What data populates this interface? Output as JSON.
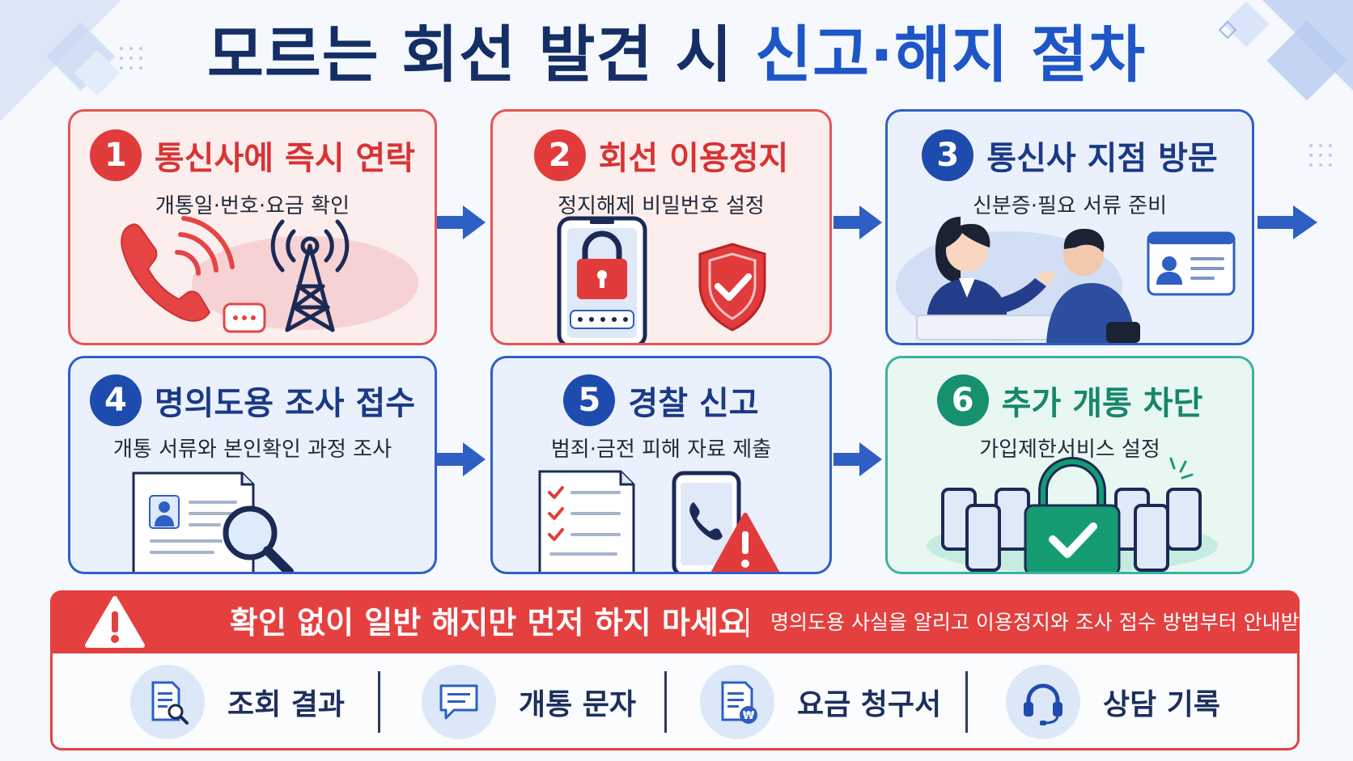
{
  "title": {
    "part1": "모르는 회선 발견 시 ",
    "part2": "신고·해지 절차"
  },
  "steps": [
    {
      "num": "1",
      "title": "통신사에 즉시 연락",
      "sub": "개통일·번호·요금 확인"
    },
    {
      "num": "2",
      "title": "회선 이용정지",
      "sub": "정지해제 비밀번호 설정"
    },
    {
      "num": "3",
      "title": "통신사 지점 방문",
      "sub": "신분증·필요 서류 준비"
    },
    {
      "num": "4",
      "title": "명의도용 조사 접수",
      "sub": "개통 서류와 본인확인 과정 조사"
    },
    {
      "num": "5",
      "title": "경찰 신고",
      "sub": "범죄·금전 피해 자료 제출"
    },
    {
      "num": "6",
      "title": "추가 개통 차단",
      "sub": "가입제한서비스 설정"
    }
  ],
  "warning": {
    "main": "확인 없이 일반 해지만 먼저 하지 마세요",
    "sub": "명의도용 사실을 알리고 이용정지와 조사 접수 방법부터 안내받으세요"
  },
  "evidence": [
    {
      "label": "조회 결과",
      "icon": "document-search-icon"
    },
    {
      "label": "개통 문자",
      "icon": "chat-bubble-icon"
    },
    {
      "label": "요금 청구서",
      "icon": "bill-won-icon"
    },
    {
      "label": "상담 기록",
      "icon": "headset-icon"
    }
  ],
  "colors": {
    "red": "#e4403f",
    "blue": "#1e4cae",
    "teal": "#17906e",
    "navy": "#162e66"
  }
}
